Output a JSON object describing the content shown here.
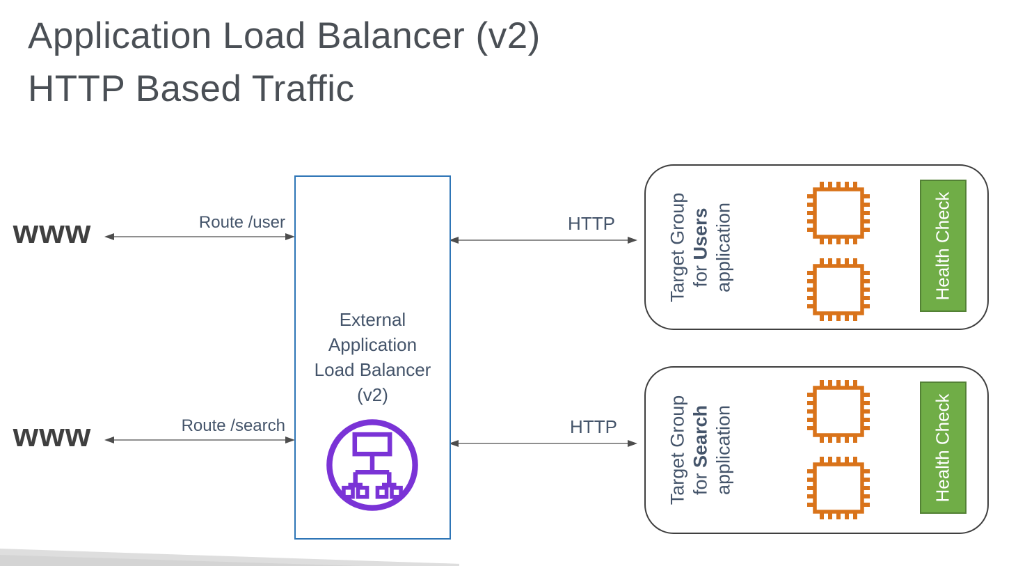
{
  "slide": {
    "title_line1": "Application Load Balancer (v2)",
    "title_line2": "HTTP Based Traffic"
  },
  "clients": [
    {
      "label": "www"
    },
    {
      "label": "www"
    }
  ],
  "arrows": {
    "route_user_label": "Route /user",
    "route_search_label": "Route /search",
    "http_top_label": "HTTP",
    "http_bottom_label": "HTTP"
  },
  "load_balancer": {
    "line1": "External",
    "line2": "Application",
    "line3": "Load Balancer",
    "line4": "(v2)",
    "icon": "elastic-load-balancer-icon"
  },
  "target_groups": [
    {
      "label_line1": "Target Group",
      "label_line2_prefix": "for ",
      "label_line2_bold": "Users",
      "label_line3": "application",
      "instance_icons": [
        "ec2-instance-chip-icon",
        "ec2-instance-chip-icon"
      ],
      "health_check_label": "Health Check"
    },
    {
      "label_line1": "Target Group",
      "label_line2_prefix": "for ",
      "label_line2_bold": "Search",
      "label_line3": "application",
      "instance_icons": [
        "ec2-instance-chip-icon",
        "ec2-instance-chip-icon"
      ],
      "health_check_label": "Health Check"
    }
  ],
  "colors": {
    "accent_blue": "#2e75b6",
    "accent_purple": "#7a33d6",
    "accent_orange": "#d9731a",
    "health_green_fill": "#70ad47",
    "health_green_border": "#538135",
    "diagram_text": "#44546a",
    "title_text": "#4a4f55",
    "arrow_line": "#7f7f7f",
    "arrow_head": "#4d4d4d"
  }
}
